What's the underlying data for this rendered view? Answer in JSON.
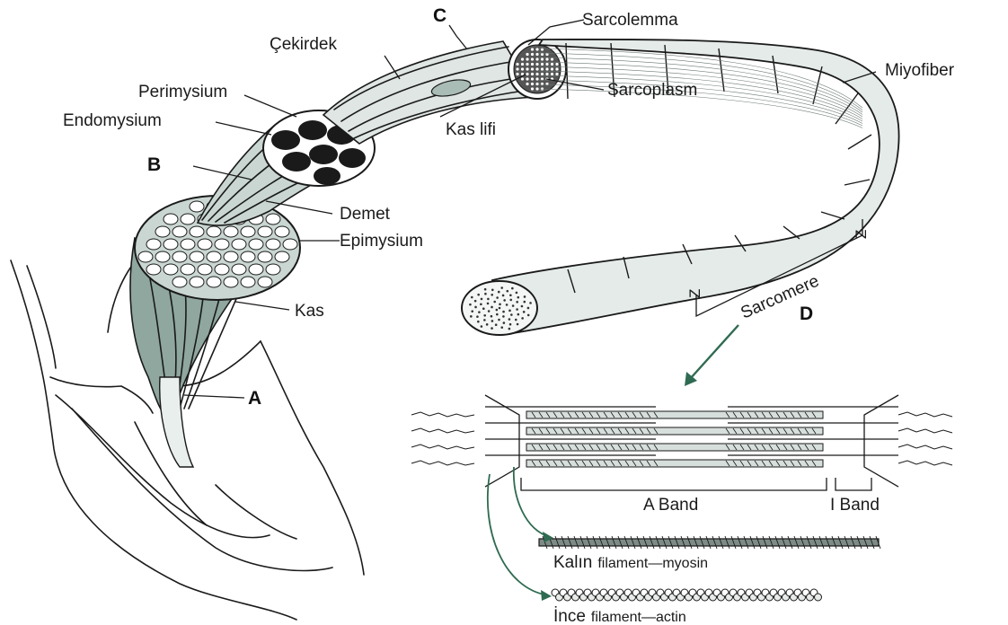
{
  "labels": {
    "sarcolemma": "Sarcolemma",
    "cekirdek": "Çekirdek",
    "c": "C",
    "miyofiber": "Miyofiber",
    "perimysium": "Perimysium",
    "sarcoplasm": "Sarcoplasm",
    "endomysium": "Endomysium",
    "kas_lifi": "Kas lifi",
    "b": "B",
    "demet": "Demet",
    "epimysium": "Epimysium",
    "kas": "Kas",
    "a": "A",
    "z1": "Z",
    "z2": "Z",
    "sarcomere": "Sarcomere",
    "d": "D",
    "a_band": "A Band",
    "i_band": "I Band",
    "kalin": "Kalın",
    "kalin_rest": "filament—myosin",
    "ince": "İnce",
    "ince_rest": "filament—actin"
  },
  "colors": {
    "ink": "#1a1a1a",
    "muscle_fill": "#8fa79f",
    "fascicle_fill": "#c9d6d2",
    "fiber_fill": "#dfe6e4",
    "arrow_green": "#2f6b52"
  }
}
